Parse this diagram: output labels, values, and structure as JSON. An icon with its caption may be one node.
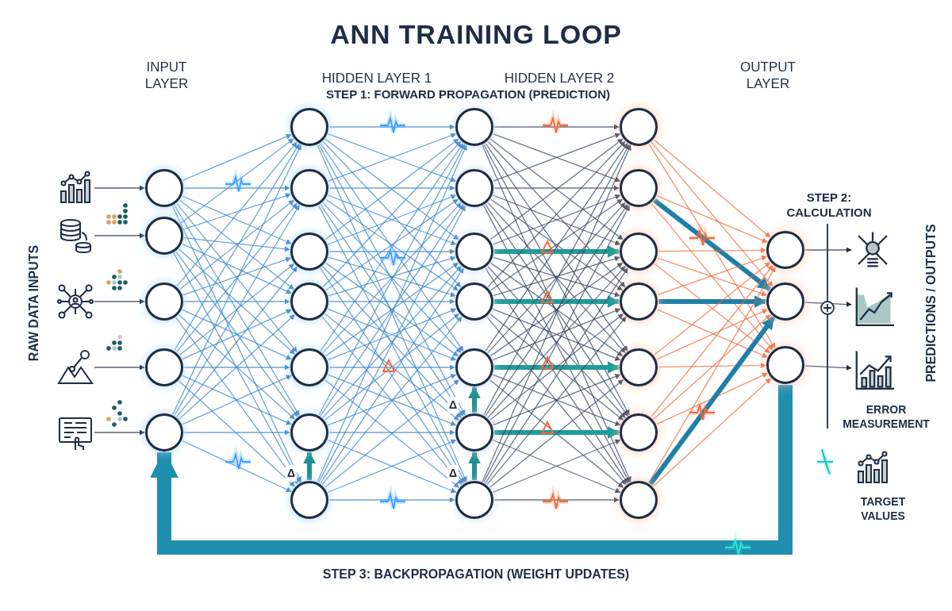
{
  "diagram": {
    "title": "ANN TRAINING LOOP",
    "nodes": [
      {
        "text": [],
        "shape": "picture"
      },
      {
        "text": [],
        "shape": "picture"
      },
      {
        "text": [],
        "shape": "picture"
      },
      {
        "text": [],
        "shape": "picture"
      },
      {
        "text": [],
        "shape": "picture"
      },
      {
        "text": [],
        "shape": "circle"
      },
      {
        "text": [],
        "shape": "circle"
      },
      {
        "text": [],
        "shape": "circle"
      },
      {
        "text": [],
        "shape": "circle"
      },
      {
        "text": [],
        "shape": "circle"
      },
      {
        "text": [],
        "shape": "circle"
      },
      {
        "text": [],
        "shape": "circle"
      },
      {
        "text": [],
        "shape": "circle"
      },
      {
        "text": [],
        "shape": "circle"
      },
      {
        "text": [],
        "shape": "circle"
      },
      {
        "text": [],
        "shape": "circle"
      },
      {
        "text": [],
        "shape": "circle"
      },
      {
        "text": [],
        "shape": "circle"
      },
      {
        "text": [],
        "shape": "circle"
      },
      {
        "text": [],
        "shape": "circle"
      },
      {
        "text": [],
        "shape": "circle"
      },
      {
        "text": [],
        "shape": "circle"
      },
      {
        "text": [],
        "shape": "circle"
      },
      {
        "text": [],
        "shape": "circle"
      },
      {
        "text": [],
        "shape": "circle"
      },
      {
        "text": [],
        "shape": "circle"
      },
      {
        "text": [],
        "shape": "circle"
      },
      {
        "text": [],
        "shape": "circle"
      },
      {
        "text": [],
        "shape": "circle"
      },
      {
        "text": [],
        "shape": "circle"
      },
      {
        "text": [],
        "shape": "circle"
      },
      {
        "text": [],
        "shape": "circle"
      },
      {
        "text": [],
        "shape": "circle"
      },
      {
        "text": [],
        "shape": "circle"
      },
      {
        "text": [],
        "shape": "picture"
      },
      {
        "text": [],
        "shape": "picture"
      },
      {
        "text": [],
        "shape": "picture"
      }
    ],
    "edges": [
      {
        "from": 0,
        "to": 5,
        "arrow": "to",
        "color": "#1d2d44"
      },
      {
        "from": 1,
        "to": 6,
        "arrow": "to",
        "color": "#1d2d44"
      },
      {
        "from": 2,
        "to": 7,
        "arrow": "to",
        "color": "#1d2d44"
      },
      {
        "from": 3,
        "to": 8,
        "arrow": "to",
        "color": "#1d2d44"
      },
      {
        "from": 4,
        "to": 9,
        "arrow": "to",
        "color": "#1d2d44"
      },
      {
        "from": 5,
        "to": 10,
        "arrow": "to"
      },
      {
        "from": 5,
        "to": 11,
        "arrow": "to"
      },
      {
        "from": 5,
        "to": 12,
        "arrow": "to"
      },
      {
        "from": 5,
        "to": 13,
        "arrow": "to"
      },
      {
        "from": 5,
        "to": 14,
        "arrow": "to"
      },
      {
        "from": 5,
        "to": 15,
        "arrow": "to"
      },
      {
        "from": 5,
        "to": 16,
        "arrow": "to"
      },
      {
        "from": 6,
        "to": 10,
        "arrow": "to"
      },
      {
        "from": 6,
        "to": 11,
        "arrow": "to"
      },
      {
        "from": 6,
        "to": 12,
        "arrow": "to"
      },
      {
        "from": 6,
        "to": 13,
        "arrow": "to"
      },
      {
        "from": 6,
        "to": 14,
        "arrow": "to"
      },
      {
        "from": 6,
        "to": 15,
        "arrow": "to"
      },
      {
        "from": 6,
        "to": 16,
        "arrow": "to"
      },
      {
        "from": 7,
        "to": 10,
        "arrow": "to"
      },
      {
        "from": 7,
        "to": 11,
        "arrow": "to"
      },
      {
        "from": 7,
        "to": 12,
        "arrow": "to"
      },
      {
        "from": 7,
        "to": 13,
        "arrow": "to"
      },
      {
        "from": 7,
        "to": 14,
        "arrow": "to"
      },
      {
        "from": 7,
        "to": 15,
        "arrow": "to"
      },
      {
        "from": 7,
        "to": 16,
        "arrow": "to"
      },
      {
        "from": 8,
        "to": 10,
        "arrow": "to"
      },
      {
        "from": 8,
        "to": 11,
        "arrow": "to"
      },
      {
        "from": 8,
        "to": 12,
        "arrow": "to"
      },
      {
        "from": 8,
        "to": 13,
        "arrow": "to"
      },
      {
        "from": 8,
        "to": 14,
        "arrow": "to"
      },
      {
        "from": 8,
        "to": 15,
        "arrow": "to"
      },
      {
        "from": 8,
        "to": 16,
        "arrow": "to"
      },
      {
        "from": 9,
        "to": 10,
        "arrow": "to"
      },
      {
        "from": 9,
        "to": 11,
        "arrow": "to"
      },
      {
        "from": 9,
        "to": 12,
        "arrow": "to"
      },
      {
        "from": 9,
        "to": 13,
        "arrow": "to"
      },
      {
        "from": 9,
        "to": 14,
        "arrow": "to"
      },
      {
        "from": 9,
        "to": 15,
        "arrow": "to"
      },
      {
        "from": 9,
        "to": 16,
        "arrow": "to"
      },
      {
        "from": 10,
        "to": 17,
        "arrow": "to"
      },
      {
        "from": 10,
        "to": 18,
        "arrow": "to"
      },
      {
        "from": 10,
        "to": 19,
        "arrow": "to"
      },
      {
        "from": 10,
        "to": 20,
        "arrow": "to"
      },
      {
        "from": 10,
        "to": 21,
        "arrow": "to"
      },
      {
        "from": 10,
        "to": 22,
        "arrow": "to"
      },
      {
        "from": 10,
        "to": 23,
        "arrow": "to"
      },
      {
        "from": 11,
        "to": 17,
        "arrow": "to"
      },
      {
        "from": 11,
        "to": 18,
        "arrow": "to"
      },
      {
        "from": 11,
        "to": 19,
        "arrow": "to"
      },
      {
        "from": 11,
        "to": 20,
        "arrow": "to"
      },
      {
        "from": 11,
        "to": 21,
        "arrow": "to"
      },
      {
        "from": 11,
        "to": 22,
        "arrow": "to"
      },
      {
        "from": 11,
        "to": 23,
        "arrow": "to"
      },
      {
        "from": 12,
        "to": 17,
        "arrow": "to"
      },
      {
        "from": 12,
        "to": 18,
        "arrow": "to"
      },
      {
        "from": 12,
        "to": 19,
        "arrow": "to"
      },
      {
        "from": 12,
        "to": 20,
        "arrow": "to"
      },
      {
        "from": 12,
        "to": 21,
        "arrow": "to"
      },
      {
        "from": 12,
        "to": 22,
        "arrow": "to"
      },
      {
        "from": 12,
        "to": 23,
        "arrow": "to"
      },
      {
        "from": 13,
        "to": 17,
        "arrow": "to"
      },
      {
        "from": 13,
        "to": 18,
        "arrow": "to"
      },
      {
        "from": 13,
        "to": 19,
        "arrow": "to"
      },
      {
        "from": 13,
        "to": 20,
        "arrow": "to"
      },
      {
        "from": 13,
        "to": 21,
        "arrow": "to"
      },
      {
        "from": 13,
        "to": 22,
        "arrow": "to"
      },
      {
        "from": 13,
        "to": 23,
        "arrow": "to"
      },
      {
        "from": 14,
        "to": 17,
        "arrow": "to"
      },
      {
        "from": 14,
        "to": 18,
        "arrow": "to"
      },
      {
        "from": 14,
        "to": 19,
        "arrow": "to"
      },
      {
        "from": 14,
        "to": 20,
        "arrow": "to"
      },
      {
        "from": 14,
        "to": 21,
        "arrow": "to"
      },
      {
        "from": 14,
        "to": 22,
        "arrow": "to"
      },
      {
        "from": 14,
        "to": 23,
        "arrow": "to"
      },
      {
        "from": 15,
        "to": 17,
        "arrow": "to"
      },
      {
        "from": 15,
        "to": 18,
        "arrow": "to"
      },
      {
        "from": 15,
        "to": 19,
        "arrow": "to"
      },
      {
        "from": 15,
        "to": 20,
        "arrow": "to"
      },
      {
        "from": 15,
        "to": 21,
        "arrow": "to"
      },
      {
        "from": 15,
        "to": 22,
        "arrow": "to"
      },
      {
        "from": 15,
        "to": 23,
        "arrow": "to"
      },
      {
        "from": 16,
        "to": 17,
        "arrow": "to"
      },
      {
        "from": 16,
        "to": 18,
        "arrow": "to"
      },
      {
        "from": 16,
        "to": 19,
        "arrow": "to"
      },
      {
        "from": 16,
        "to": 20,
        "arrow": "to"
      },
      {
        "from": 16,
        "to": 21,
        "arrow": "to"
      },
      {
        "from": 16,
        "to": 22,
        "arrow": "to"
      },
      {
        "from": 16,
        "to": 23,
        "arrow": "to"
      },
      {
        "from": 17,
        "to": 24,
        "arrow": "to",
        "color": "#3a4a66"
      },
      {
        "from": 17,
        "to": 25,
        "arrow": "to",
        "color": "#3a4a66"
      },
      {
        "from": 17,
        "to": 26,
        "arrow": "to",
        "color": "#3a4a66"
      },
      {
        "from": 17,
        "to": 27,
        "arrow": "to",
        "color": "#3a4a66"
      },
      {
        "from": 17,
        "to": 28,
        "arrow": "to",
        "color": "#3a4a66"
      },
      {
        "from": 17,
        "to": 29,
        "arrow": "to",
        "color": "#3a4a66"
      },
      {
        "from": 17,
        "to": 30,
        "arrow": "to",
        "color": "#3a4a66"
      },
      {
        "from": 18,
        "to": 24,
        "arrow": "to",
        "color": "#3a4a66"
      },
      {
        "from": 18,
        "to": 25,
        "arrow": "to",
        "color": "#3a4a66"
      },
      {
        "from": 18,
        "to": 26,
        "arrow": "to",
        "color": "#3a4a66"
      },
      {
        "from": 18,
        "to": 27,
        "arrow": "to",
        "color": "#3a4a66"
      },
      {
        "from": 18,
        "to": 28,
        "arrow": "to",
        "color": "#3a4a66"
      },
      {
        "from": 18,
        "to": 29,
        "arrow": "to",
        "color": "#3a4a66"
      },
      {
        "from": 18,
        "to": 30,
        "arrow": "to",
        "color": "#3a4a66"
      },
      {
        "from": 19,
        "to": 24,
        "arrow": "to",
        "color": "#3a4a66"
      },
      {
        "from": 19,
        "to": 25,
        "arrow": "to",
        "color": "#3a4a66"
      },
      {
        "from": 19,
        "to": 26,
        "arrow": "to",
        "style": "thick",
        "color": "#1f9c9a"
      },
      {
        "from": 19,
        "to": 27,
        "arrow": "to",
        "color": "#3a4a66"
      },
      {
        "from": 19,
        "to": 28,
        "arrow": "to",
        "color": "#3a4a66"
      },
      {
        "from": 19,
        "to": 29,
        "arrow": "to",
        "color": "#3a4a66"
      },
      {
        "from": 19,
        "to": 30,
        "arrow": "to",
        "color": "#3a4a66"
      },
      {
        "from": 20,
        "to": 24,
        "arrow": "to",
        "color": "#3a4a66"
      },
      {
        "from": 20,
        "to": 25,
        "arrow": "to",
        "color": "#3a4a66"
      },
      {
        "from": 20,
        "to": 26,
        "arrow": "to",
        "color": "#3a4a66"
      },
      {
        "from": 20,
        "to": 27,
        "arrow": "to",
        "style": "thick",
        "color": "#1f9c9a"
      },
      {
        "from": 20,
        "to": 28,
        "arrow": "to",
        "color": "#3a4a66"
      },
      {
        "from": 20,
        "to": 29,
        "arrow": "to",
        "color": "#3a4a66"
      },
      {
        "from": 20,
        "to": 30,
        "arrow": "to",
        "color": "#3a4a66"
      },
      {
        "from": 21,
        "to": 24,
        "arrow": "to",
        "color": "#3a4a66"
      },
      {
        "from": 21,
        "to": 25,
        "arrow": "to",
        "color": "#3a4a66"
      },
      {
        "from": 21,
        "to": 26,
        "arrow": "to",
        "color": "#3a4a66"
      },
      {
        "from": 21,
        "to": 27,
        "arrow": "to",
        "color": "#3a4a66"
      },
      {
        "from": 21,
        "to": 28,
        "arrow": "to",
        "style": "thick",
        "color": "#1f9c9a"
      },
      {
        "from": 21,
        "to": 29,
        "arrow": "to",
        "color": "#3a4a66"
      },
      {
        "from": 21,
        "to": 30,
        "arrow": "to",
        "color": "#3a4a66"
      },
      {
        "from": 22,
        "to": 24,
        "arrow": "to",
        "color": "#3a4a66"
      },
      {
        "from": 22,
        "to": 25,
        "arrow": "to",
        "color": "#3a4a66"
      },
      {
        "from": 22,
        "to": 26,
        "arrow": "to",
        "color": "#3a4a66"
      },
      {
        "from": 22,
        "to": 27,
        "arrow": "to",
        "color": "#3a4a66"
      },
      {
        "from": 22,
        "to": 28,
        "arrow": "to",
        "color": "#3a4a66"
      },
      {
        "from": 22,
        "to": 29,
        "arrow": "to",
        "style": "thick",
        "color": "#1f9c9a"
      },
      {
        "from": 22,
        "to": 30,
        "arrow": "to",
        "color": "#3a4a66"
      },
      {
        "from": 23,
        "to": 24,
        "arrow": "to",
        "color": "#3a4a66"
      },
      {
        "from": 23,
        "to": 25,
        "arrow": "to",
        "color": "#3a4a66"
      },
      {
        "from": 23,
        "to": 26,
        "arrow": "to",
        "color": "#3a4a66"
      },
      {
        "from": 23,
        "to": 27,
        "arrow": "to",
        "color": "#3a4a66"
      },
      {
        "from": 23,
        "to": 28,
        "arrow": "to",
        "color": "#3a4a66"
      },
      {
        "from": 23,
        "to": 29,
        "arrow": "to",
        "color": "#3a4a66"
      },
      {
        "from": 23,
        "to": 30,
        "arrow": "to",
        "color": "#3a4a66"
      },
      {
        "from": 24,
        "to": 31,
        "arrow": "to",
        "color": "#f06a3c"
      },
      {
        "from": 24,
        "to": 32,
        "arrow": "to",
        "color": "#f06a3c"
      },
      {
        "from": 24,
        "to": 33,
        "arrow": "to",
        "color": "#f06a3c"
      },
      {
        "from": 25,
        "to": 31,
        "arrow": "to",
        "color": "#f06a3c"
      },
      {
        "from": 25,
        "to": 32,
        "arrow": "to",
        "style": "thick",
        "color": "#1f7fa6"
      },
      {
        "from": 25,
        "to": 33,
        "arrow": "to",
        "color": "#f06a3c"
      },
      {
        "from": 26,
        "to": 31,
        "arrow": "to",
        "color": "#f06a3c"
      },
      {
        "from": 26,
        "to": 32,
        "arrow": "to",
        "color": "#f06a3c"
      },
      {
        "from": 26,
        "to": 33,
        "arrow": "to",
        "color": "#f06a3c"
      },
      {
        "from": 27,
        "to": 31,
        "arrow": "to",
        "color": "#f06a3c"
      },
      {
        "from": 27,
        "to": 32,
        "arrow": "to",
        "style": "thick",
        "color": "#1f7fa6"
      },
      {
        "from": 27,
        "to": 33,
        "arrow": "to",
        "color": "#f06a3c"
      },
      {
        "from": 28,
        "to": 31,
        "arrow": "to",
        "color": "#f06a3c"
      },
      {
        "from": 28,
        "to": 32,
        "arrow": "to",
        "color": "#f06a3c"
      },
      {
        "from": 28,
        "to": 33,
        "arrow": "to",
        "color": "#f06a3c"
      },
      {
        "from": 29,
        "to": 31,
        "arrow": "to",
        "color": "#f06a3c"
      },
      {
        "from": 29,
        "to": 32,
        "arrow": "to",
        "color": "#f06a3c"
      },
      {
        "from": 29,
        "to": 33,
        "arrow": "to",
        "color": "#f06a3c"
      },
      {
        "from": 30,
        "to": 31,
        "arrow": "to",
        "color": "#f06a3c"
      },
      {
        "from": 30,
        "to": 32,
        "arrow": "to",
        "style": "thick",
        "color": "#1f7fa6"
      },
      {
        "from": 30,
        "to": 33,
        "arrow": "to",
        "color": "#f06a3c"
      },
      {
        "from": 31,
        "to": 34,
        "arrow": "to",
        "color": "#1d2d44"
      },
      {
        "from": 32,
        "to": 35,
        "arrow": "to",
        "color": "#1d2d44"
      },
      {
        "from": 33,
        "to": 36,
        "arrow": "to",
        "color": "#1d2d44"
      },
      {
        "from": 16,
        "to": 15,
        "arrow": "to",
        "style": "thick",
        "color": "#1f8f8f"
      },
      {
        "from": 23,
        "to": 22,
        "arrow": "to",
        "style": "thick",
        "color": "#1f8f8f"
      },
      {
        "from": 22,
        "to": 21,
        "arrow": "to",
        "style": "thick",
        "color": "#1f8f8f"
      },
      {
        "from": 33,
        "to": 9,
        "arrow": "to",
        "style": "thick",
        "color": "#1f8fb0"
      }
    ],
    "labels": [
      "INPUT LAYER",
      "HIDDEN LAYER 1",
      "HIDDEN LAYER 2",
      "STEP 1: FORWARD PROPAGATION (PREDICTION)",
      "OUTPUT LAYER",
      "STEP 2: CALCULATION",
      "RAW DATA INPUTS",
      "PREDICTIONS / OUTPUTS",
      "Δ",
      "Δ",
      "Δ",
      "ERROR MEASUREMENT",
      "TARGET VALUES",
      "STEP 3: BACKPROPAGATION (WEIGHT UPDATES)"
    ]
  }
}
